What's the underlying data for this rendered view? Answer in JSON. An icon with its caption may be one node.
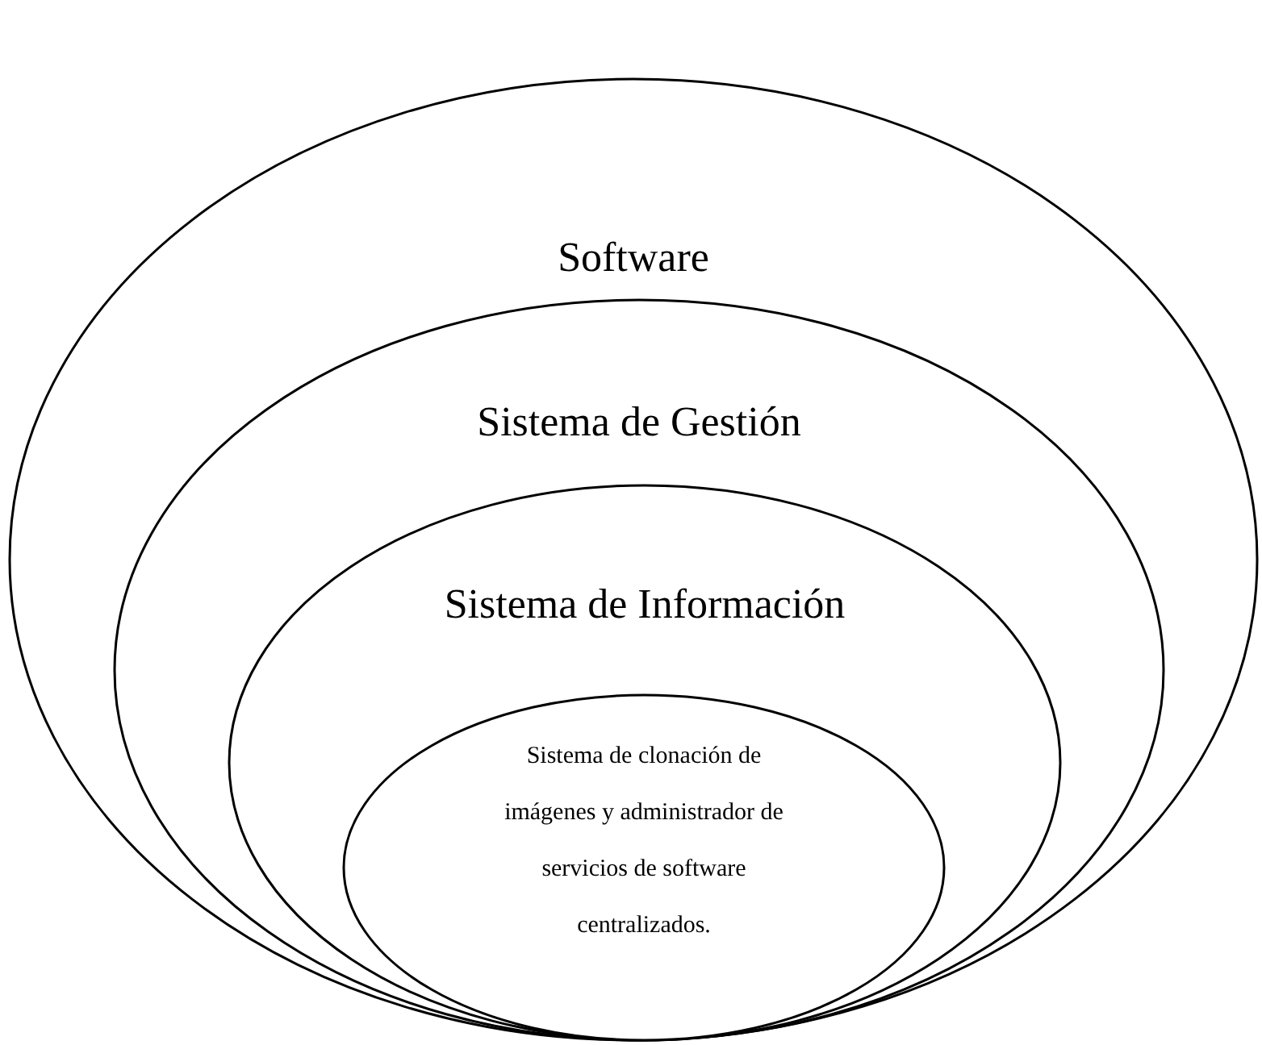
{
  "diagram": {
    "nodes": [
      {
        "text": [
          "Software"
        ]
      },
      {
        "text": [
          "Sistema de Gestión"
        ],
        "in": 0
      },
      {
        "text": [
          "Sistema de Información"
        ],
        "in": 1
      },
      {
        "text": [
          "Sistema de clonación de imágenes y administrador de servicios de software centralizados."
        ],
        "in": 2
      }
    ]
  }
}
